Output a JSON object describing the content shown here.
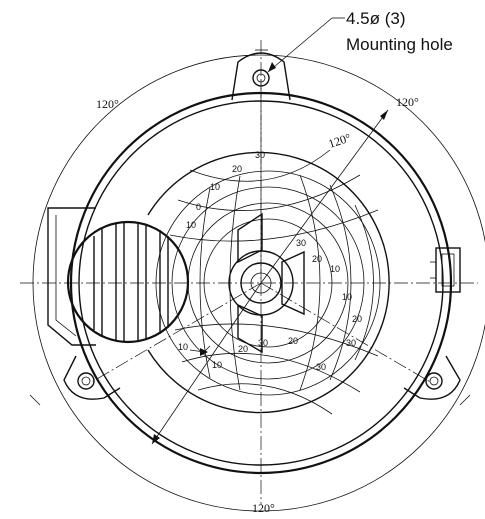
{
  "callout": {
    "hole_size": "4.5ø (3)",
    "hole_label": "Mounting hole"
  },
  "angles": {
    "left": "120°",
    "right": "120°",
    "inner": "120°",
    "bottom": "120°"
  },
  "scale_ticks": [
    "30",
    "20",
    "10",
    "0",
    "10",
    "30",
    "20",
    "10",
    "10",
    "20",
    "30",
    "10",
    "20",
    "30",
    "10",
    "20",
    "30"
  ]
}
